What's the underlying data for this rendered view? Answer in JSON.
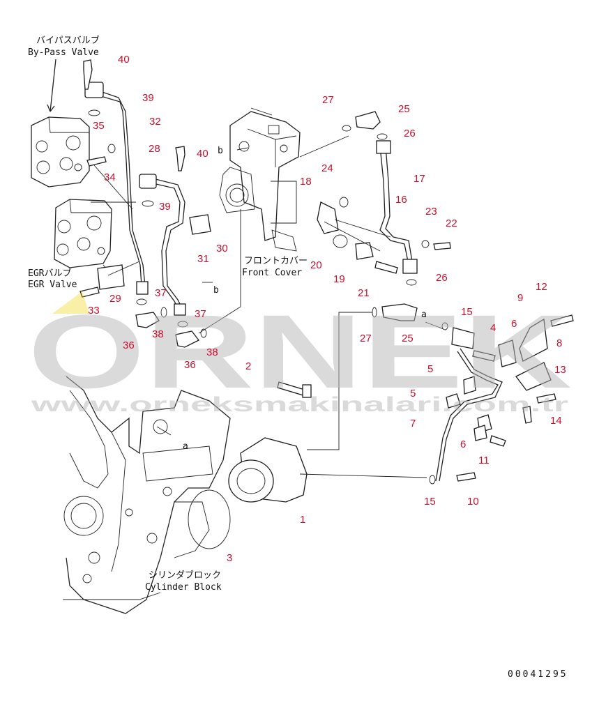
{
  "diagram": {
    "labels": {
      "bypass_jp": "バイパスバルブ",
      "bypass_en": "By-Pass Valve",
      "egr_jp": "EGRバルブ",
      "egr_en": "EGR Valve",
      "front_jp": "フロントカバー",
      "front_en": "Front Cover",
      "cylinder_jp": "シリンダブロック",
      "cylinder_en": "Cylinder Block",
      "ref_a": "a",
      "ref_b": "b"
    },
    "drawing_number": "00041295",
    "callouts": [
      "1",
      "2",
      "3",
      "4",
      "5",
      "5",
      "6",
      "6",
      "7",
      "8",
      "9",
      "10",
      "11",
      "12",
      "13",
      "14",
      "15",
      "15",
      "16",
      "17",
      "18",
      "19",
      "20",
      "21",
      "22",
      "23",
      "24",
      "25",
      "25",
      "26",
      "26",
      "27",
      "27",
      "28",
      "29",
      "30",
      "31",
      "32",
      "33",
      "34",
      "35",
      "36",
      "36",
      "37",
      "37",
      "38",
      "38",
      "39",
      "39",
      "40",
      "40"
    ]
  },
  "watermark": {
    "brand": "ORNEK",
    "url": "www.orneksmakinalari.com.tr"
  },
  "colors": {
    "callout": "#c8102e",
    "line": "#222222",
    "watermark": "#b5b5b5",
    "watermark_accent": "#f2d200"
  }
}
